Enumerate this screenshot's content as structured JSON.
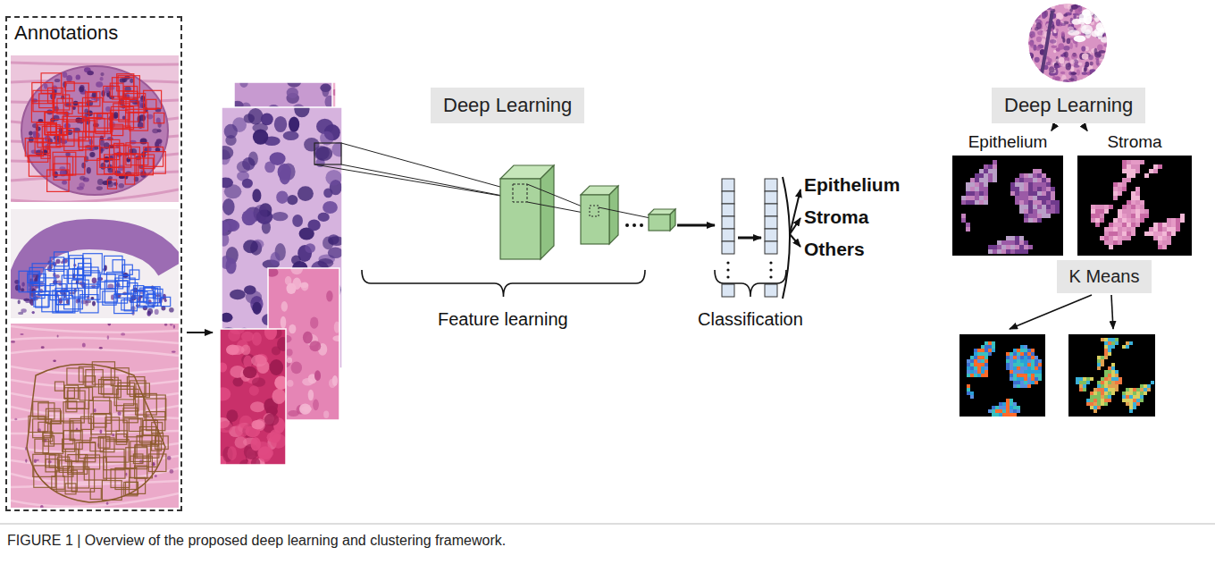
{
  "diagram": {
    "caption": "FIGURE 1 | Overview of the proposed deep learning and clustering framework.",
    "nodes": [
      {
        "text": [
          "Annotations"
        ]
      },
      {
        "text": [
          "Deep Learning"
        ]
      },
      {
        "text": [
          "Deep Learning"
        ]
      },
      {
        "text": [
          "Epithelium"
        ]
      },
      {
        "text": [
          "Stroma"
        ]
      },
      {
        "text": [
          "K Means"
        ]
      }
    ],
    "edges": [
      {
        "from": 2,
        "to": 3,
        "arrow": "to"
      },
      {
        "from": 2,
        "to": 4,
        "arrow": "to"
      }
    ],
    "labels": [
      "Epithelium",
      "Stroma",
      "Others",
      "Feature learning",
      "Classification"
    ]
  }
}
